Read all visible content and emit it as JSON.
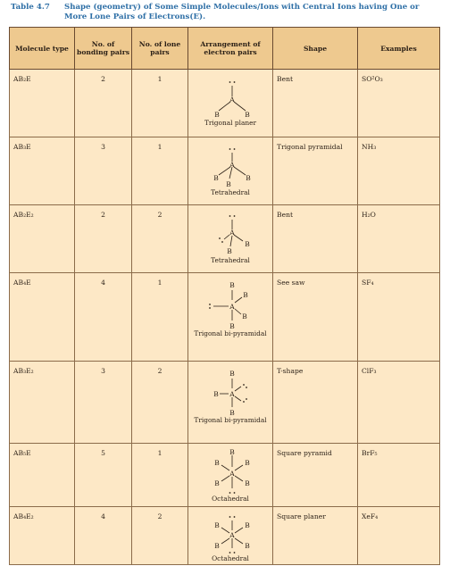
{
  "caption": {
    "number": "Table 4.7",
    "title": "Shape (geometry) of Some Simple Molecules/Ions with Central Ions having One or More Lone Pairs of Electrons(E)."
  },
  "headers": {
    "molecule_type": "Molecule type",
    "bonding_pairs": "No. of bonding pairs",
    "lone_pairs": "No. of lone pairs",
    "arrangement": "Arrangement of electron pairs",
    "shape": "Shape",
    "examples": "Examples"
  },
  "rows": [
    {
      "molecule_type": "AB₂E",
      "bonding_pairs": "2",
      "lone_pairs": "1",
      "arrangement": "Trigonal planer",
      "shape": "Bent",
      "example": "SO²O₃",
      "atoms": [
        "A",
        "B",
        "B"
      ]
    },
    {
      "molecule_type": "AB₃E",
      "bonding_pairs": "3",
      "lone_pairs": "1",
      "arrangement": "Tetrahedral",
      "shape": "Trigonal pyramidal",
      "example": "NH₃",
      "atoms": [
        "A",
        "B",
        "B",
        "B"
      ]
    },
    {
      "molecule_type": "AB₂E₂",
      "bonding_pairs": "2",
      "lone_pairs": "2",
      "arrangement": "Tetrahedral",
      "shape": "Bent",
      "example": "H₂O",
      "atoms": [
        "A",
        "B",
        "B"
      ]
    },
    {
      "molecule_type": "AB₄E",
      "bonding_pairs": "4",
      "lone_pairs": "1",
      "arrangement": "Trigonal bi-pyramidal",
      "shape": "See saw",
      "example": "SF₄",
      "atoms": [
        "B",
        "A",
        "B",
        "B",
        "B"
      ]
    },
    {
      "molecule_type": "AB₃E₂",
      "bonding_pairs": "3",
      "lone_pairs": "2",
      "arrangement": "Trigonal bi-pyramidal",
      "shape": "T-shape",
      "example": "ClF₃",
      "atoms": [
        "B",
        "B",
        "A",
        "B"
      ]
    },
    {
      "molecule_type": "AB₅E",
      "bonding_pairs": "5",
      "lone_pairs": "1",
      "arrangement": "Octahedral",
      "shape": "Square pyramid",
      "example": "BrF₅",
      "atoms": [
        "B",
        "B",
        "B",
        "A",
        "B",
        "B"
      ]
    },
    {
      "molecule_type": "AB₄E₂",
      "bonding_pairs": "4",
      "lone_pairs": "2",
      "arrangement": "Octahedral",
      "shape": "Square planer",
      "example": "XeF₄",
      "atoms": [
        "B",
        "B",
        "A",
        "B",
        "B"
      ]
    }
  ]
}
